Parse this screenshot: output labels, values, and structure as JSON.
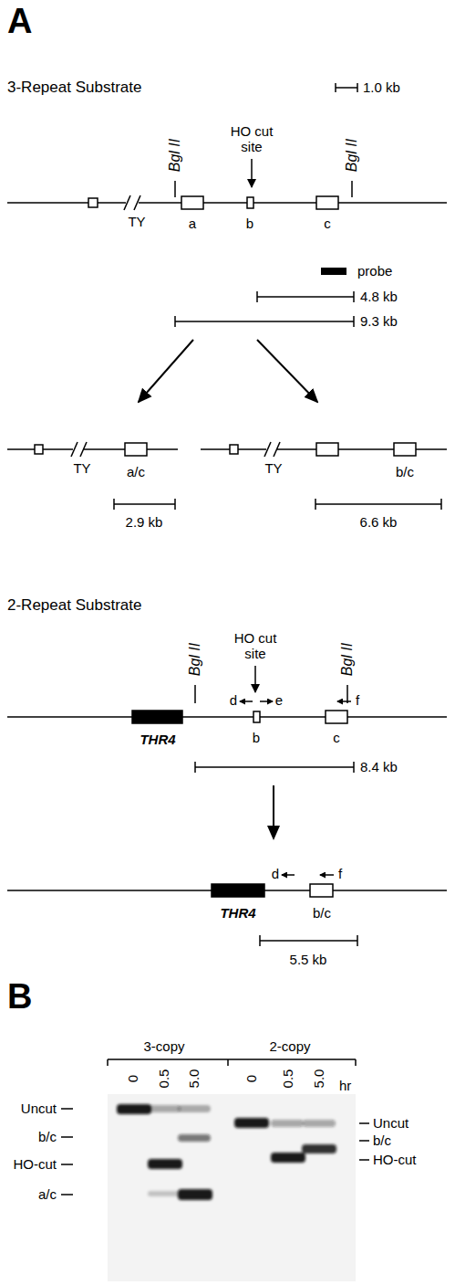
{
  "diagram": {
    "labels": [
      "A",
      "3-Repeat Substrate",
      "1.0 kb",
      "Bgl II",
      "HO cut site",
      "Bgl II",
      "TY",
      "a",
      "b",
      "c",
      "probe",
      "4.8 kb",
      "9.3 kb",
      "TY",
      "a/c",
      "2.9 kb",
      "TY",
      "b/c",
      "6.6 kb",
      "2-Repeat Substrate",
      "Bgl II",
      "HO cut site",
      "Bgl II",
      "d",
      "e",
      "f",
      "THR4",
      "b",
      "c",
      "8.4 kb",
      "d",
      "f",
      "THR4",
      "b/c",
      "5.5 kb",
      "B",
      "3-copy",
      "2-copy",
      "0",
      "0.5",
      "5.0",
      "0",
      "0.5",
      "5.0",
      "hr",
      "Uncut",
      "b/c",
      "HO-cut",
      "a/c",
      "Uncut",
      "b/c",
      "HO-cut"
    ]
  }
}
